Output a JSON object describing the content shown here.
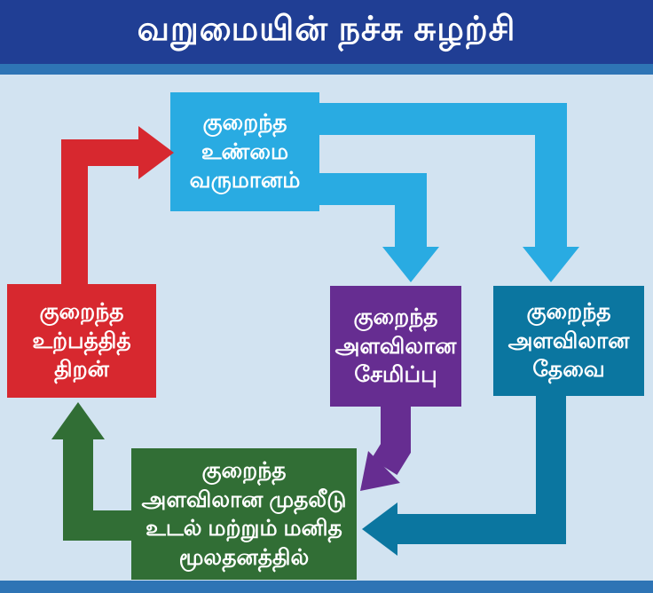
{
  "title": "வறுமையின் நச்சு சுழற்சி",
  "colors": {
    "title_bg": "#203e94",
    "strip": "#2e74b5",
    "background": "#d2e3f1",
    "cyan": "#29abe2",
    "red": "#d7282f",
    "purple": "#662d91",
    "teal": "#0b76a0",
    "green": "#316e35"
  },
  "boxes": {
    "low_income": "குறைந்த\nஉண்மை\nவருமானம்",
    "low_productivity": "குறைந்த\nஉற்பத்தித்\nதிறன்",
    "low_savings": "குறைந்த\nஅளவிலான\nசேமிப்பு",
    "low_demand": "குறைந்த\nஅளவிலான\nதேவை",
    "low_investment": "குறைந்த\nஅளவிலான முதலீடு\nஉடல் மற்றும் மனித\nமூலதனத்தில்"
  }
}
